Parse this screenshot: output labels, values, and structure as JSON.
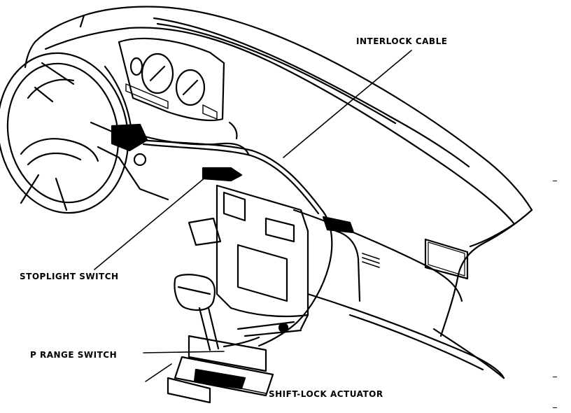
{
  "callouts": {
    "interlock_cable": "INTERLOCK CABLE",
    "stoplight_switch": "STOPLIGHT SWITCH",
    "p_range_switch": "P RANGE SWITCH",
    "shift_lock_actuator": "SHIFT-LOCK ACTUATOR"
  },
  "colors": {
    "ink": "#000000",
    "paper": "#ffffff"
  }
}
